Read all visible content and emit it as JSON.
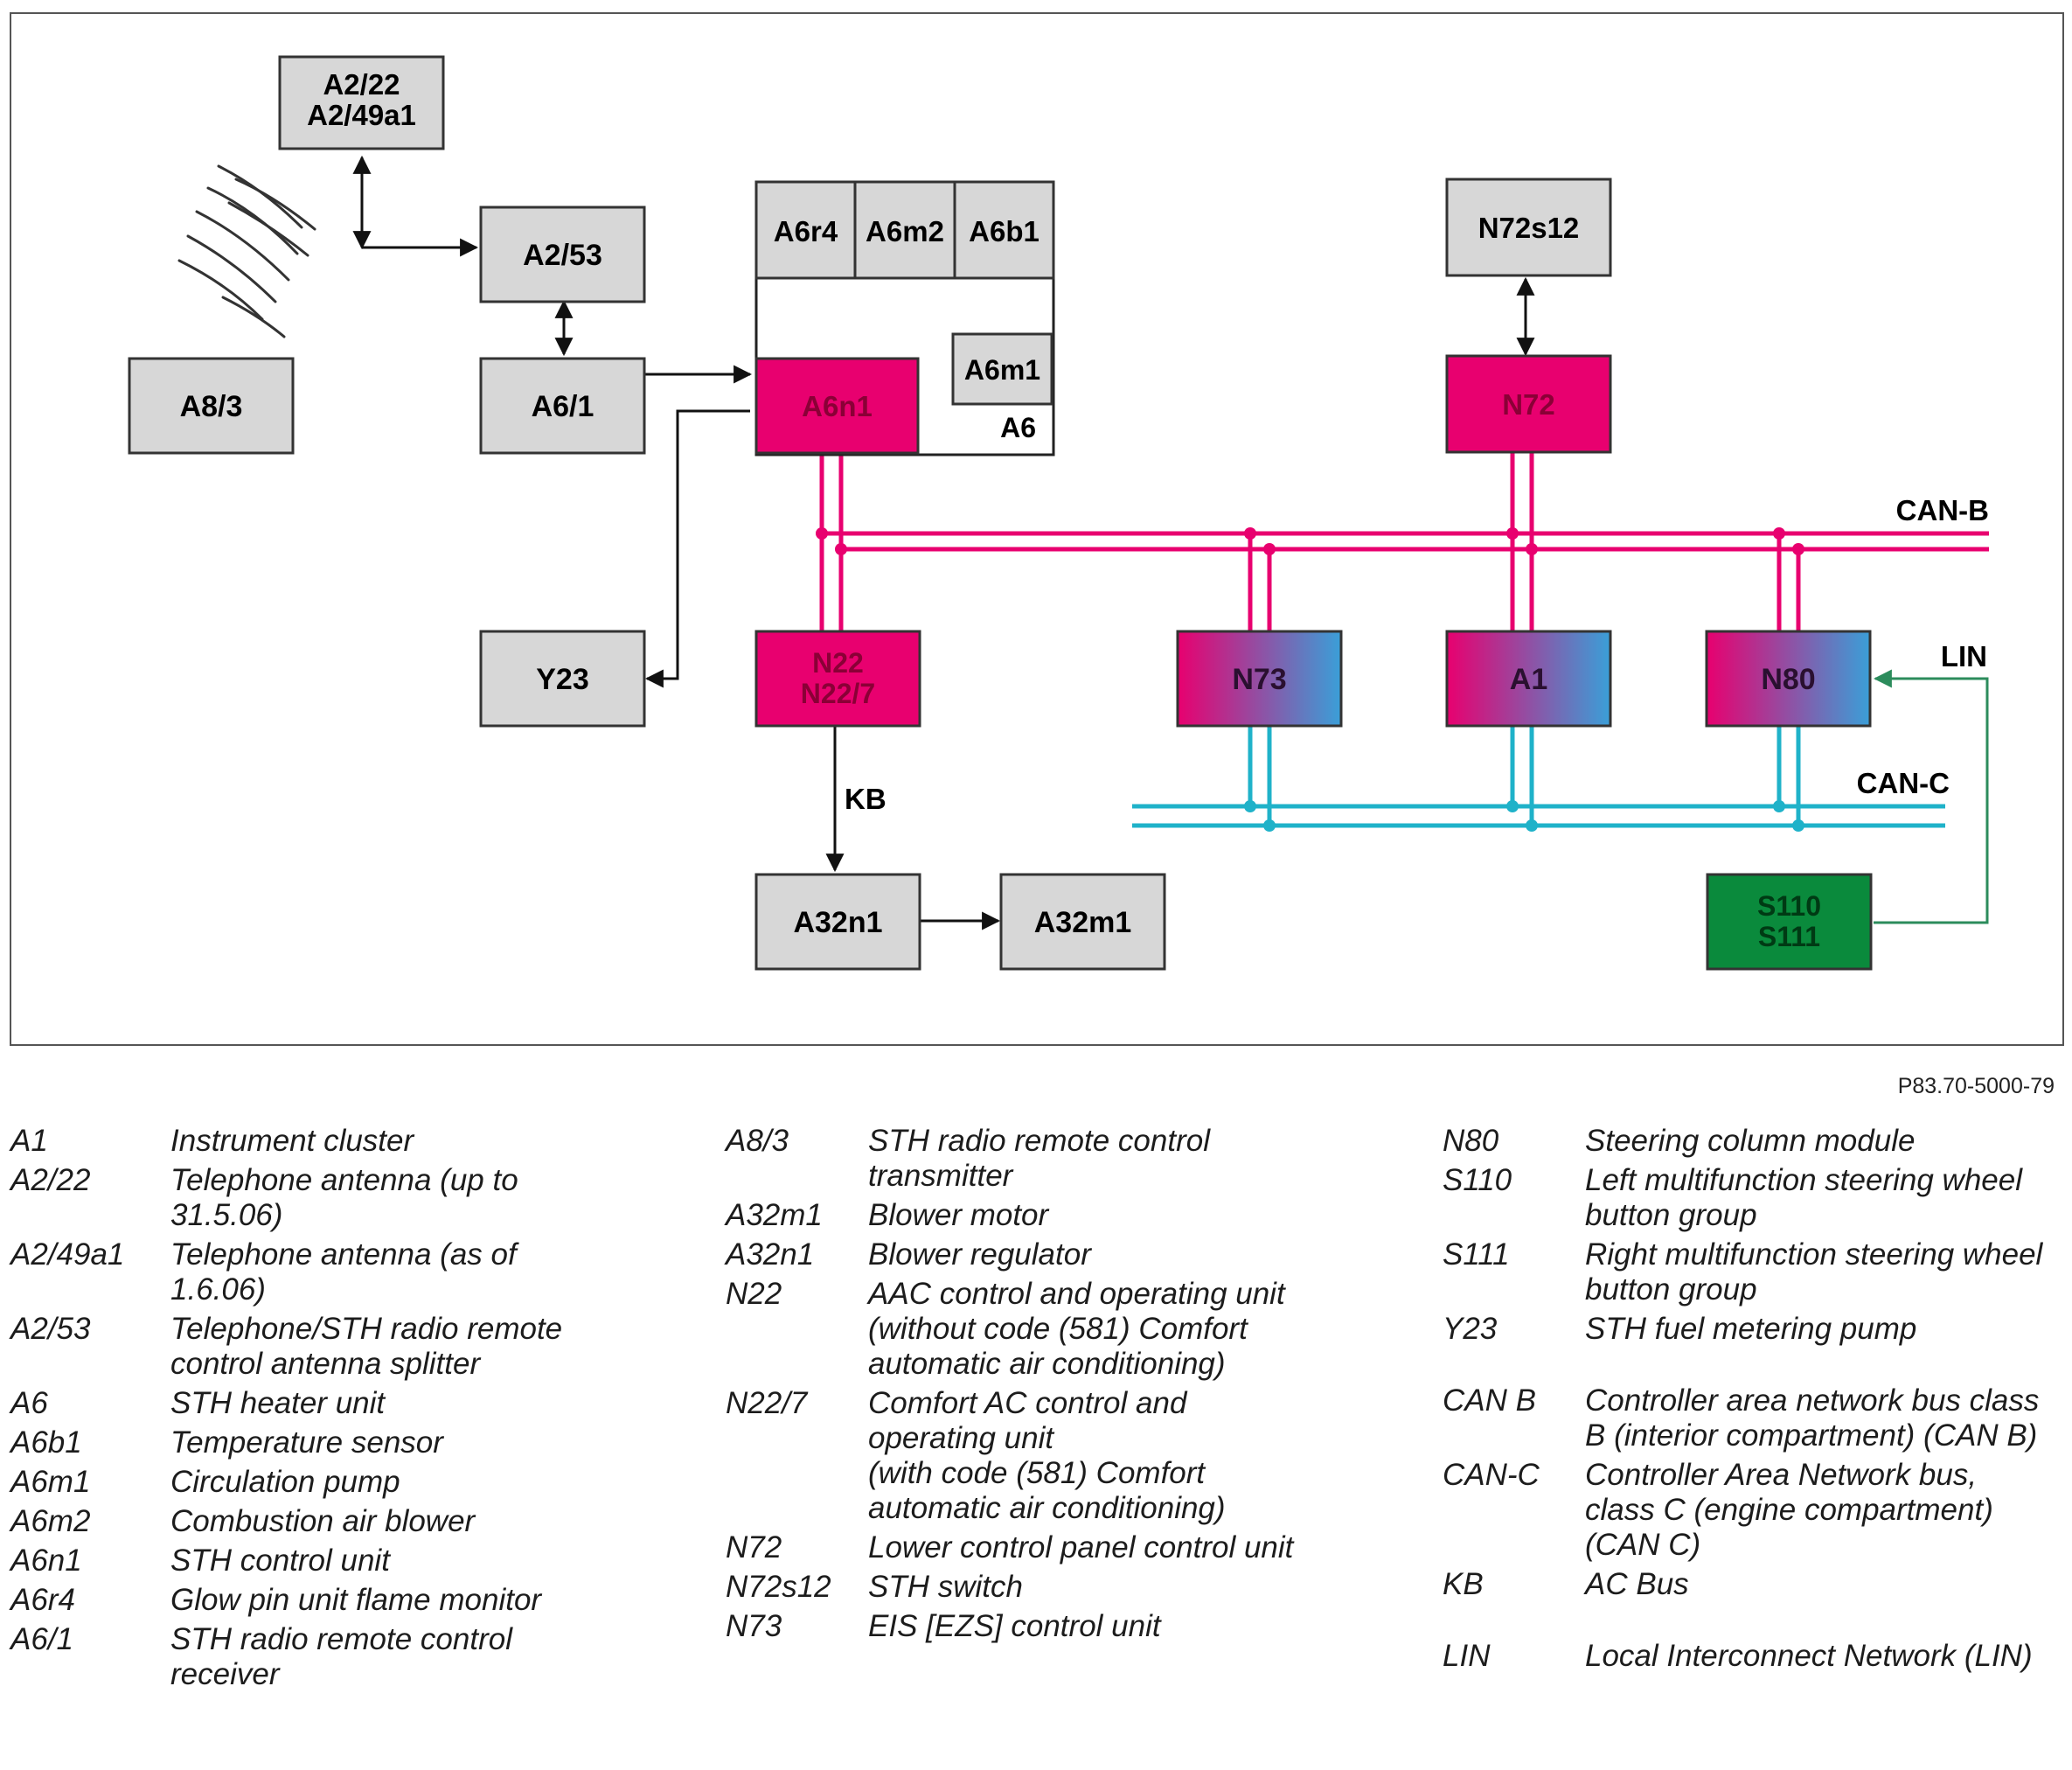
{
  "diagram": {
    "components": {
      "a2_22": [
        "A2/22",
        "A2/49a1"
      ],
      "a2_53": [
        "A2/53"
      ],
      "a8_3": [
        "A8/3"
      ],
      "a6_1": [
        "A6/1"
      ],
      "a6r4": [
        "A6r4"
      ],
      "a6m2": [
        "A6m2"
      ],
      "a6b1": [
        "A6b1"
      ],
      "a6m1": [
        "A6m1"
      ],
      "a6n1": [
        "A6n1"
      ],
      "a6": [
        "A6"
      ],
      "n72s12": [
        "N72s12"
      ],
      "n72": [
        "N72"
      ],
      "y23": [
        "Y23"
      ],
      "n22": [
        "N22",
        "N22/7"
      ],
      "n73": [
        "N73"
      ],
      "a1": [
        "A1"
      ],
      "n80": [
        "N80"
      ],
      "a32n1": [
        "A32n1"
      ],
      "a32m1": [
        "A32m1"
      ],
      "s110": [
        "S110",
        "S111"
      ]
    },
    "bus_labels": {
      "can_b": "CAN-B",
      "can_c": "CAN-C",
      "lin": "LIN",
      "kb": "KB"
    },
    "colors": {
      "box_gray": "#d7d7d7",
      "can_b": "#e8006f",
      "can_c": "#1fb2c9",
      "lin": "#2c8c5c",
      "switch_green": "#0a8a3c",
      "gradient_blue": "#3a9fd8"
    }
  },
  "reference": "P83.70-5000-79",
  "legend": {
    "col1": [
      {
        "code": "A1",
        "desc": [
          "Instrument cluster"
        ]
      },
      {
        "code": "A2/22",
        "desc": [
          "Telephone antenna (up to",
          "31.5.06)"
        ]
      },
      {
        "code": "A2/49a1",
        "desc": [
          "Telephone antenna (as of",
          "1.6.06)"
        ]
      },
      {
        "code": "A2/53",
        "desc": [
          "Telephone/STH radio remote",
          "control antenna splitter"
        ]
      },
      {
        "code": "A6",
        "desc": [
          "STH heater unit"
        ]
      },
      {
        "code": "A6b1",
        "desc": [
          "Temperature sensor"
        ]
      },
      {
        "code": "A6m1",
        "desc": [
          "Circulation pump"
        ]
      },
      {
        "code": "A6m2",
        "desc": [
          "Combustion air blower"
        ]
      },
      {
        "code": "A6n1",
        "desc": [
          "STH control unit"
        ]
      },
      {
        "code": "A6r4",
        "desc": [
          "Glow pin unit flame monitor"
        ]
      },
      {
        "code": "A6/1",
        "desc": [
          "STH radio remote control",
          "receiver"
        ]
      }
    ],
    "col2": [
      {
        "code": "A8/3",
        "desc": [
          "STH radio remote control",
          "transmitter"
        ]
      },
      {
        "code": "A32m1",
        "desc": [
          "Blower motor"
        ]
      },
      {
        "code": "A32n1",
        "desc": [
          "Blower regulator"
        ]
      },
      {
        "code": "N22",
        "desc": [
          "AAC control and operating unit",
          "(without code (581) Comfort",
          "automatic air conditioning)"
        ]
      },
      {
        "code": "N22/7",
        "desc": [
          "Comfort AC control and",
          "operating unit",
          "(with code (581) Comfort",
          "automatic air conditioning)"
        ]
      },
      {
        "code": "N72",
        "desc": [
          "Lower control panel control unit"
        ]
      },
      {
        "code": "N72s12",
        "desc": [
          "STH switch"
        ]
      },
      {
        "code": "N73",
        "desc": [
          "EIS [EZS] control unit"
        ]
      }
    ],
    "col3": [
      {
        "code": "N80",
        "desc": [
          "Steering column module"
        ]
      },
      {
        "code": "S110",
        "desc": [
          "Left multifunction steering wheel",
          "button group"
        ]
      },
      {
        "code": "S111",
        "desc": [
          "Right multifunction steering wheel",
          "button group"
        ]
      },
      {
        "code": "Y23",
        "desc": [
          "STH fuel metering pump"
        ]
      },
      {
        "code": "CAN B",
        "desc": [
          "Controller area network bus class",
          "B (interior compartment) (CAN B)"
        ],
        "gap": true
      },
      {
        "code": "CAN-C",
        "desc": [
          "Controller Area Network bus,",
          "class C (engine compartment)",
          "(CAN C)"
        ]
      },
      {
        "code": "KB",
        "desc": [
          "AC Bus"
        ]
      },
      {
        "code": "LIN",
        "desc": [
          "Local Interconnect Network (LIN)"
        ],
        "gap": true
      }
    ]
  }
}
